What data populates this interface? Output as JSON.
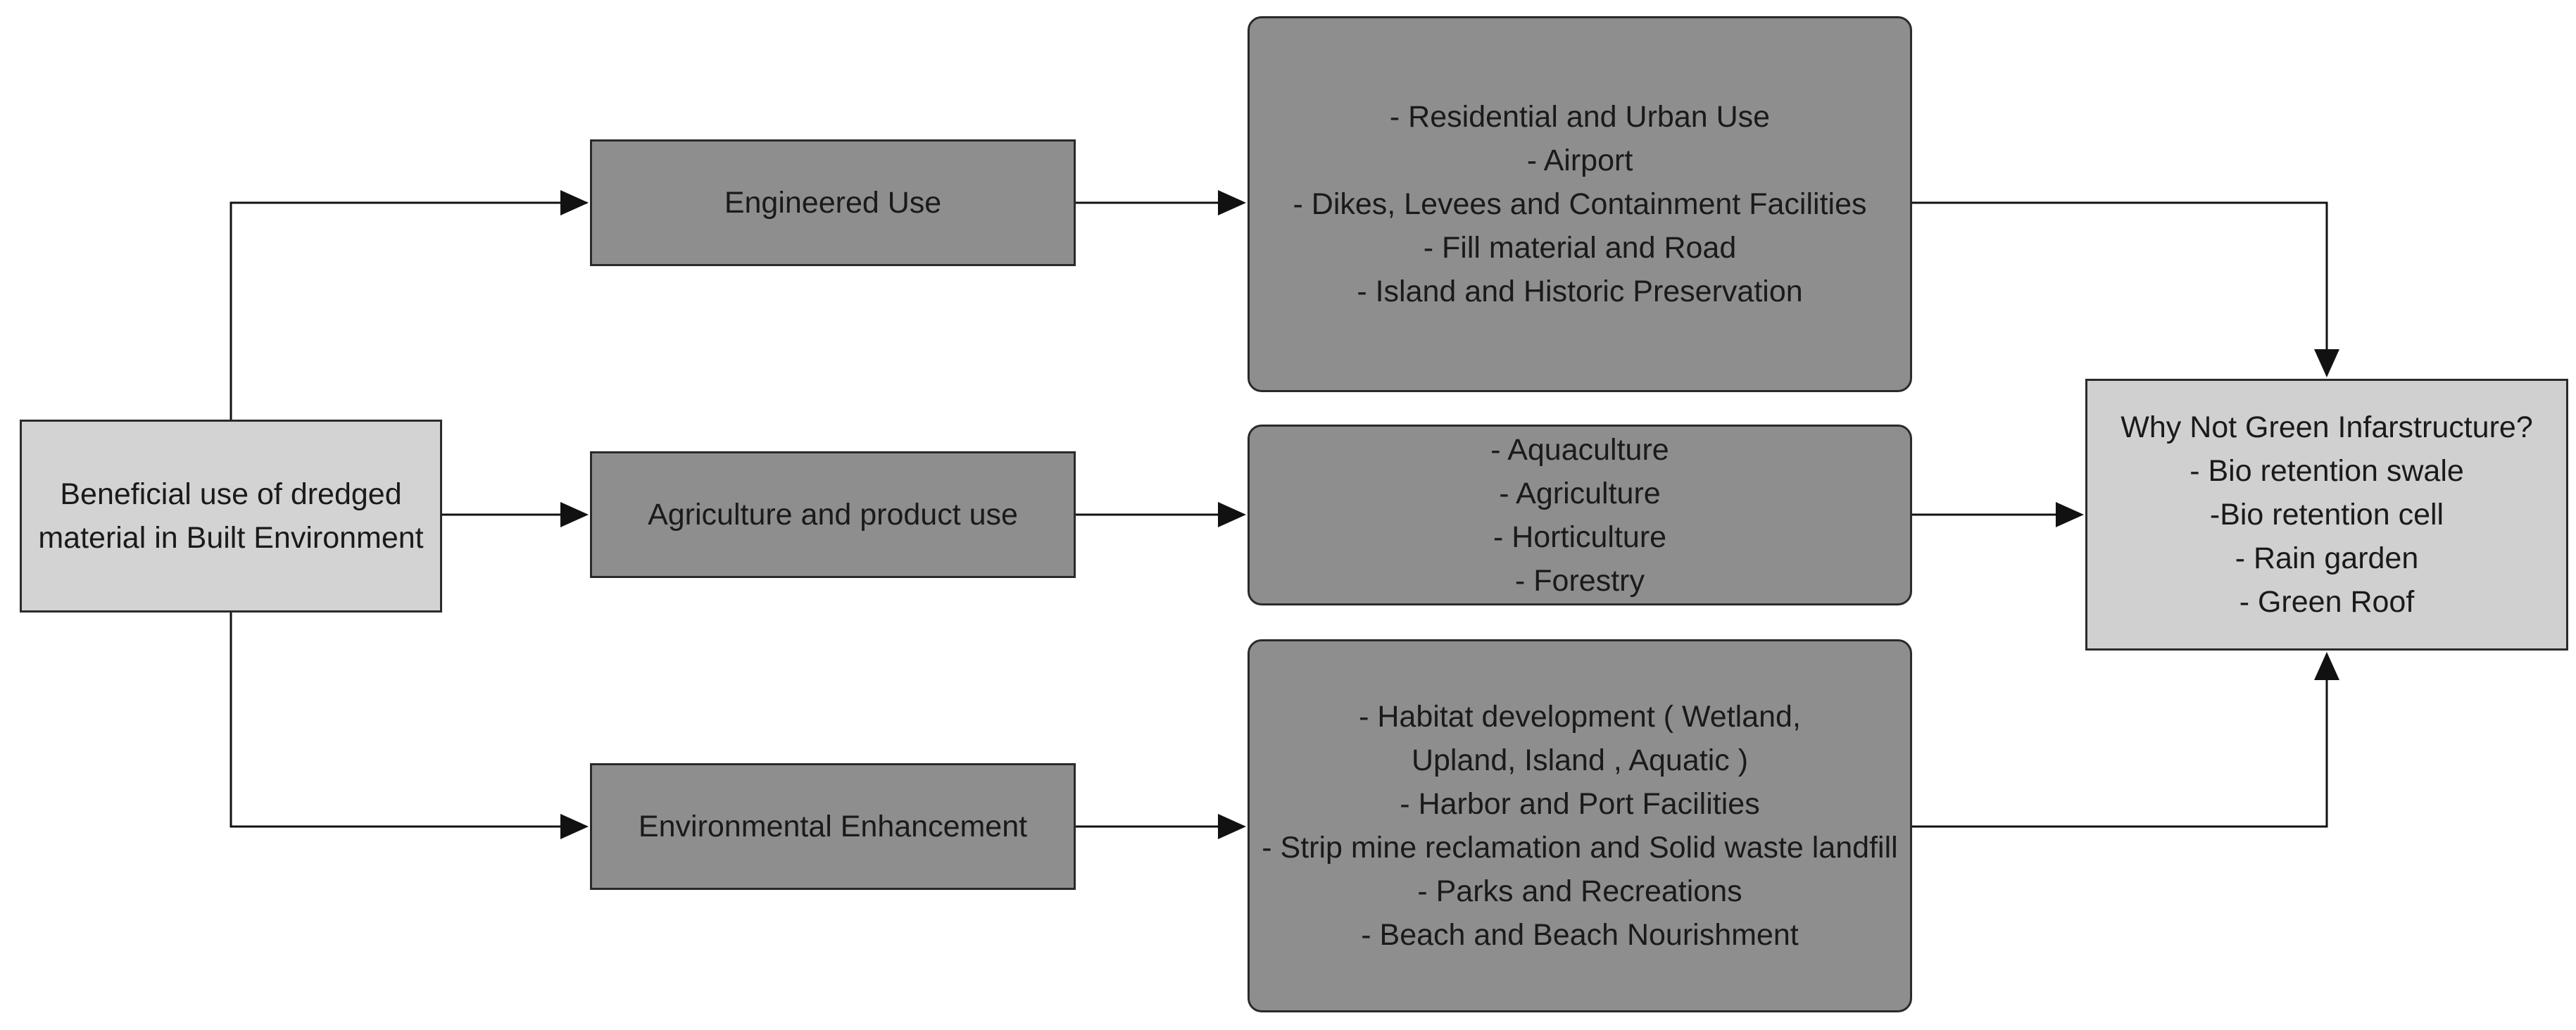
{
  "diagram": {
    "source": {
      "lines": [
        "Beneficial use of dredged",
        "material in Built Environment"
      ]
    },
    "categories": [
      {
        "label": "Engineered Use"
      },
      {
        "label": "Agriculture and product use"
      },
      {
        "label": "Environmental Enhancement"
      }
    ],
    "engineered_uses": [
      "- Residential and Urban Use",
      "- Airport",
      "- Dikes, Levees and Containment Facilities",
      "- Fill material and Road",
      "- Island and Historic Preservation"
    ],
    "agriculture_uses": [
      "- Aquaculture",
      "- Agriculture",
      "- Horticulture",
      "- Forestry"
    ],
    "environmental_uses": [
      "- Habitat development ( Wetland,",
      "Upland, Island , Aquatic )",
      "- Harbor and Port Facilities",
      "- Strip mine reclamation and Solid waste landfill",
      "- Parks and Recreations",
      "- Beach and Beach Nourishment"
    ],
    "green_infrastructure": {
      "lines": [
        "Why Not Green Infarstructure?",
        "- Bio retention swale",
        "-Bio retention cell",
        "- Rain garden",
        "- Green Roof"
      ]
    }
  }
}
